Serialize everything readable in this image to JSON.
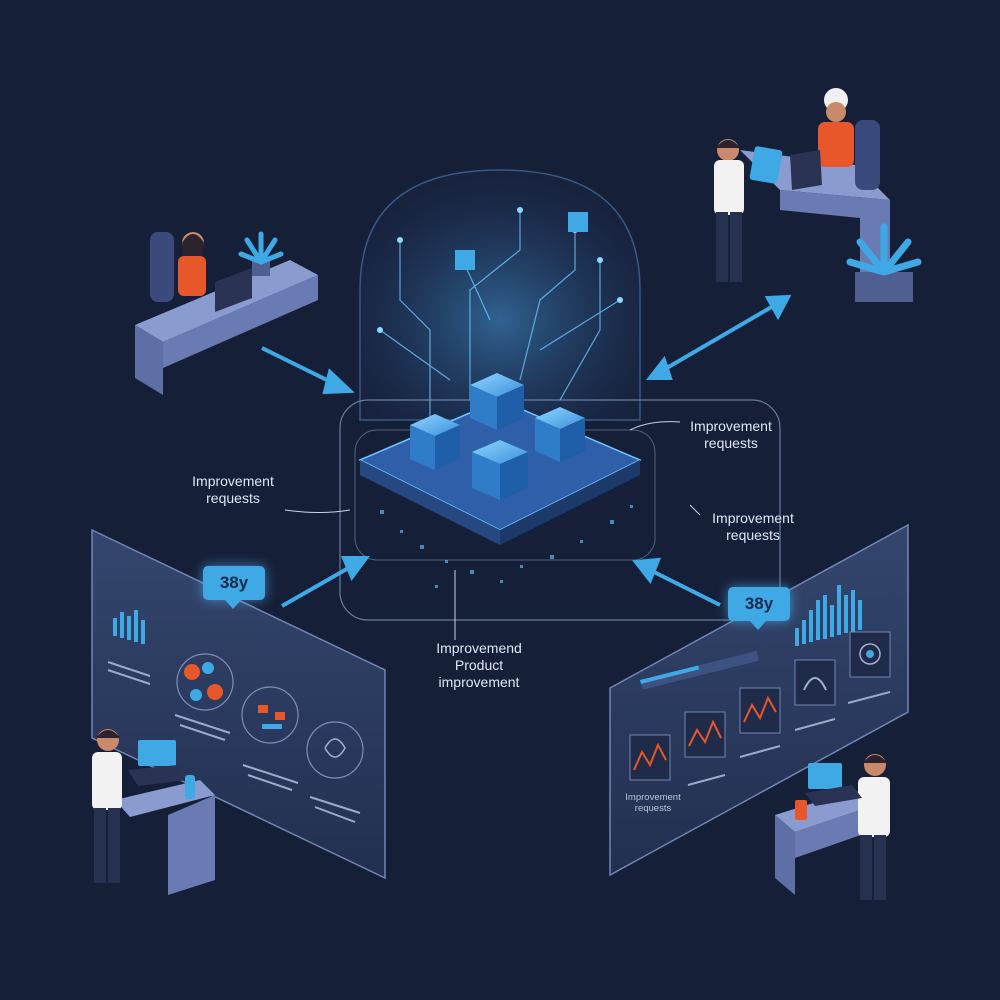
{
  "labels": {
    "left": [
      "Improvement",
      "requests"
    ],
    "top_right": [
      "Improvement",
      "requests"
    ],
    "right": [
      "Improvement",
      "requests"
    ],
    "bottom_center": [
      "Improvemend",
      "Product",
      "improvement"
    ]
  },
  "badges": {
    "left": "38y",
    "right": "38y"
  },
  "panel_right_labels": {
    "improvement_requests": [
      "Improvement",
      "requests"
    ]
  },
  "colors": {
    "background": "#161f38",
    "accent": "#3fa9e6",
    "desk": "#6a7bb4",
    "shirt_orange": "#e8572a",
    "panel": "#2b3a5e"
  },
  "icons": [
    "server-cube-icon",
    "arrow-icon",
    "laptop-icon",
    "plant-icon",
    "hard-hat-icon",
    "bar-chart-icon",
    "line-chart-icon"
  ]
}
